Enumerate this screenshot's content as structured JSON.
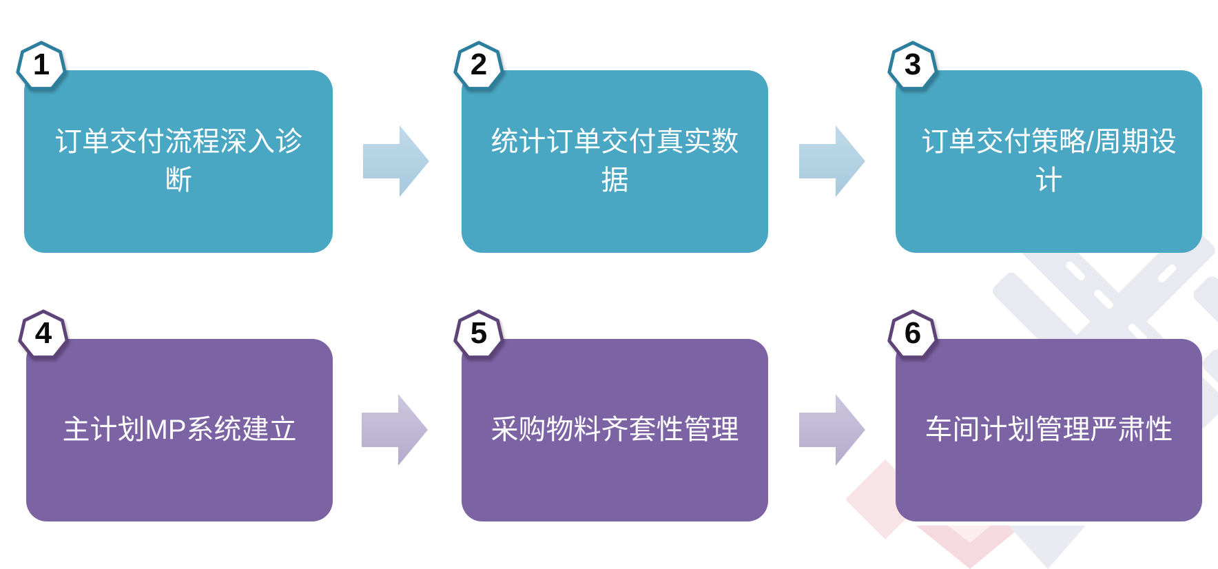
{
  "diagram": {
    "type": "process-flow-smartart",
    "rows": 2,
    "columns": 3,
    "arrow_links": [
      "1-2",
      "2-3",
      "4-5",
      "5-6"
    ]
  },
  "steps": [
    {
      "number": "1",
      "label": "订单交付流程深入诊断",
      "theme": "teal"
    },
    {
      "number": "2",
      "label": "统计订单交付真实数据",
      "theme": "teal"
    },
    {
      "number": "3",
      "label": "订单交付策略/周期设计",
      "theme": "teal"
    },
    {
      "number": "4",
      "label": "主计划MP系统建立",
      "theme": "purple"
    },
    {
      "number": "5",
      "label": "采购物料齐套性管理",
      "theme": "purple"
    },
    {
      "number": "6",
      "label": "车间计划管理严肃性",
      "theme": "purple"
    }
  ],
  "colors": {
    "background": "#FFFFFF",
    "teal_box": "#4AA7C3",
    "teal_badge_border": "#2C7E9D",
    "purple_box": "#7C63A4",
    "purple_badge_border": "#5E4378",
    "arrow_blue": "#B7D5E6",
    "arrow_lavender": "#C6BFD9",
    "label_text": "#FFFFFF",
    "badge_number": "#000000",
    "watermark_gray": "#E9EAF1",
    "watermark_pink": "#F5DADF"
  }
}
